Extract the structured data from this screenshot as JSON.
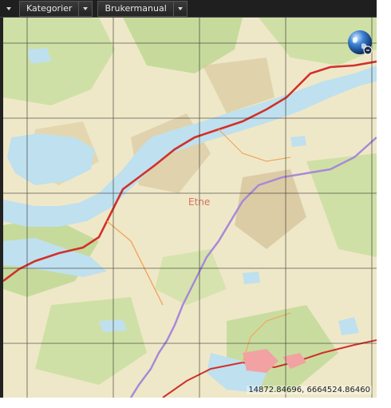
{
  "toolbar": {
    "categories_label": "Kategorier",
    "manual_label": "Brukermanual"
  },
  "map": {
    "place_label": "Etne",
    "coordinates": "14872.84696, 6664524.86460",
    "colors": {
      "land": "#efe8c8",
      "forest": "#c9dca0",
      "water": "#bfe0ee",
      "main_road": "#d2302a",
      "border": "#a889d8",
      "grid": "#2a2a2a"
    }
  },
  "icons": {
    "globe": "globe-icon"
  }
}
